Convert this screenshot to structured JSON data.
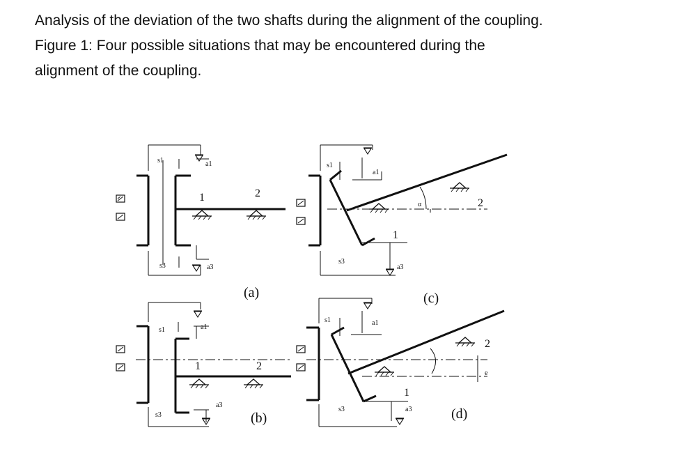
{
  "caption": {
    "line1": "Analysis of the deviation of the two shafts during the alignment of the coupling.",
    "line2": "Figure 1: Four possible situations that may be encountered during the",
    "line3": "alignment of the coupling."
  },
  "panels": {
    "a": {
      "label": "(a)",
      "s1": "s1",
      "s3": "s3",
      "a1": "a1",
      "a3": "a3",
      "shaft1": "1",
      "shaft2": "2"
    },
    "b": {
      "label": "(b)",
      "s1": "s1",
      "s3": "s3",
      "a1": "a1",
      "a3": "a3",
      "shaft1": "1",
      "shaft2": "2"
    },
    "c": {
      "label": "(c)",
      "s1": "s1",
      "s3": "s3",
      "a1": "a1",
      "a3": "a3",
      "shaft1": "1",
      "shaft2": "2",
      "angle": "α"
    },
    "d": {
      "label": "(d)",
      "s1": "s1",
      "s3": "s3",
      "a1": "a1",
      "a3": "a3",
      "shaft1": "1",
      "shaft2": "2",
      "offset": "e"
    }
  },
  "colors": {
    "line": "#111111",
    "background": "#ffffff"
  }
}
